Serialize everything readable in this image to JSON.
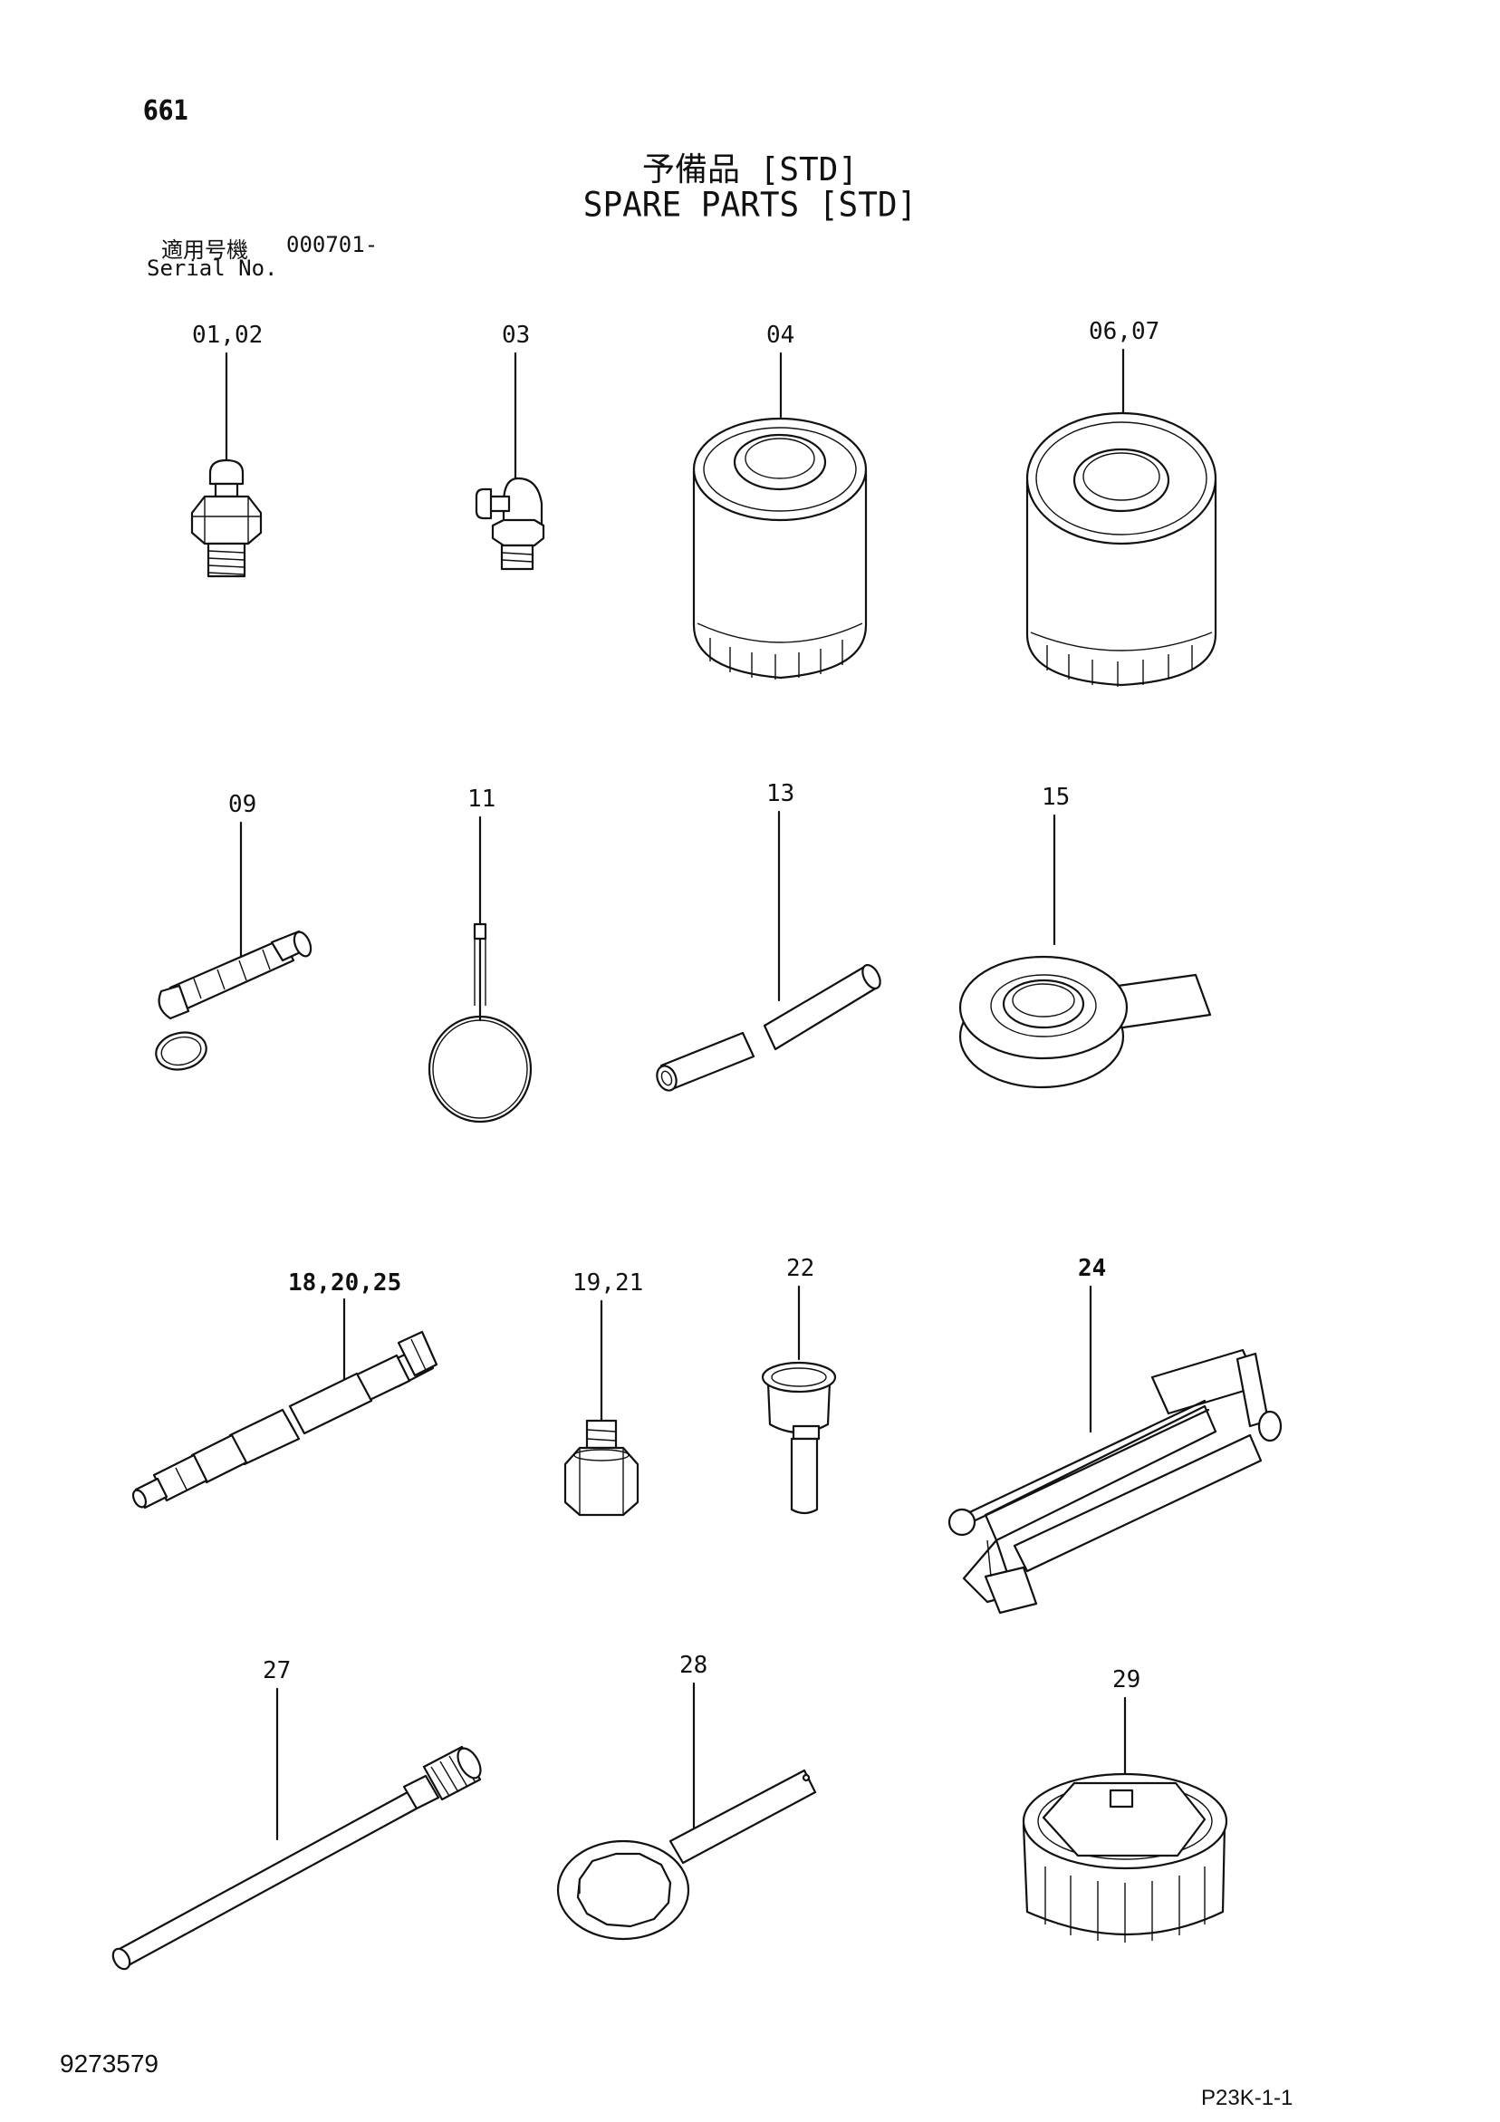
{
  "page_number": "661",
  "title_jp": "予備品 [STD]",
  "title_en": "SPARE PARTS [STD]",
  "serial": {
    "label_jp": "適用号機",
    "label_en": "Serial No.",
    "value": "000701-"
  },
  "callouts": {
    "p01_02": "01,02",
    "p03": "03",
    "p04": "04",
    "p06_07": "06,07",
    "p09": "09",
    "p11": "11",
    "p13": "13",
    "p15": "15",
    "p18_20_25": "18,20,25",
    "p19_21": "19,21",
    "p22": "22",
    "p24": "24",
    "p27": "27",
    "p28": "28",
    "p29": "29"
  },
  "footer": {
    "doc_number": "9273579",
    "sheet_code": "P23K-1-1"
  }
}
